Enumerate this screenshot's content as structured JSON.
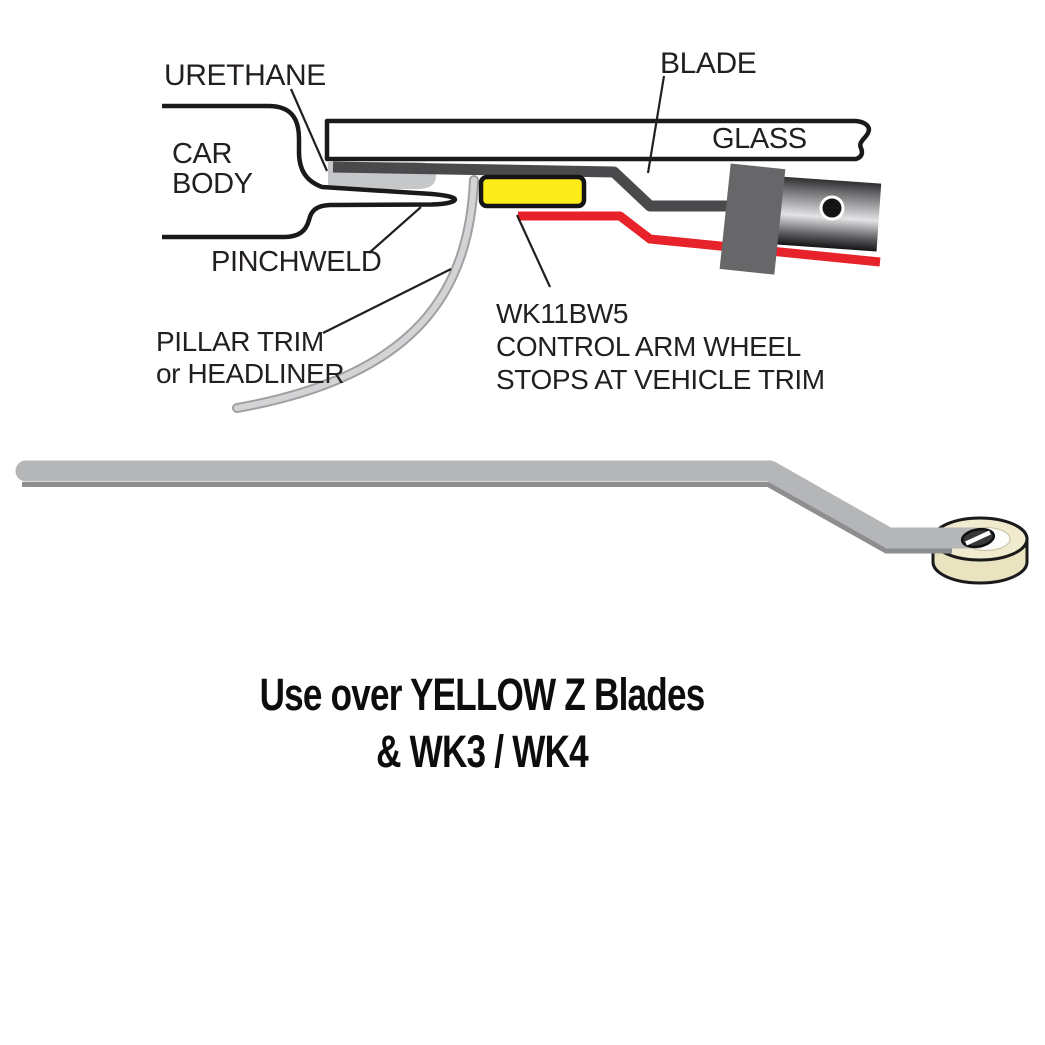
{
  "diagram": {
    "title_hint": "Windshield cut-out tool diagram",
    "labels": {
      "urethane": "URETHANE",
      "blade": "BLADE",
      "glass": "GLASS",
      "car_body": {
        "line1": "CAR",
        "line2": "BODY"
      },
      "pinchweld": "PINCHWELD",
      "pillar_trim": {
        "line1": "PILLAR TRIM",
        "line2": "or HEADLINER"
      },
      "tool_note": {
        "line1": "WK11BW5",
        "line2": "CONTROL ARM WHEEL",
        "line3": "STOPS AT VEHICLE TRIM"
      }
    },
    "caption": {
      "line1": "Use over YELLOW Z Blades",
      "line2": "& WK3 / WK4"
    },
    "colors": {
      "outline": "#1a1a1a",
      "label_text": "#231f20",
      "stop_block_yellow": "#fdeb1a",
      "control_arm_red": "#e8222a",
      "blade_gray": "#4a4a4c",
      "holder_block_gray": "#67676a",
      "tool_bar_gray": "#b5b6b8",
      "tool_bar_shadow": "#8d8e90",
      "urethane_gray": "#c6c7c9",
      "pillar_trim_gray": "#d4d4d6",
      "wheel_cream": "#f0ebce",
      "wheel_side_cream": "#e9e3c0"
    }
  }
}
